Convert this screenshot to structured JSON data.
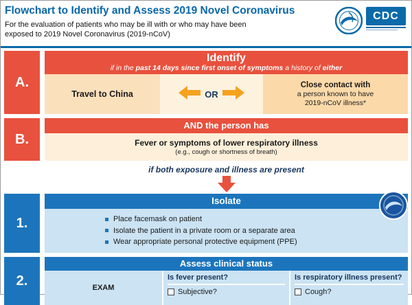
{
  "colors": {
    "brand_blue": "#0B6AA9",
    "bar_blue": "#1C75BC",
    "light_blue": "#CBE3F3",
    "red": "#E8513D",
    "peach": "#FBE0BC",
    "peach_light": "#FDF2DE",
    "peach_deep": "#FBD9A9",
    "cream": "#FDEFD9",
    "orange_arrow": "#F6A21E",
    "navy_text": "#17365D"
  },
  "header": {
    "title": "Flowchart to Identify and Assess 2019 Novel Coronavirus",
    "subtitle_line1": "For the evaluation of patients who may be ill with or who may have been",
    "subtitle_line2": "exposed to 2019 Novel Coronavirus (2019-nCoV)",
    "logo_text": "CDC"
  },
  "section_a": {
    "label": "A.",
    "title": "Identify",
    "subtitle_prefix": "if in the ",
    "subtitle_bold": "past 14 days since first onset of symptoms",
    "subtitle_mid": " a history of ",
    "subtitle_bold2": "either",
    "option_left": "Travel to China",
    "or_label": "OR",
    "option_right_title": "Close contact with",
    "option_right_line2": "a person known to have",
    "option_right_line3": "2019-nCoV illness*"
  },
  "section_b": {
    "label": "B.",
    "title": "AND the person has",
    "content_title": "Fever or symptoms of lower respiratory illness",
    "content_note": "(e.g., cough or shortness of breath)"
  },
  "connector": {
    "condition": "if both exposure and illness are present"
  },
  "section_1": {
    "label": "1.",
    "title": "Isolate",
    "bullets": [
      "Place facemask on patient",
      "Isolate the patient in a private room or a separate area",
      "Wear appropriate personal protective equipment (PPE)"
    ]
  },
  "section_2": {
    "label": "2.",
    "title": "Assess clinical status",
    "exam_label": "EXAM",
    "fever_header": "Is fever present?",
    "respiratory_header": "Is respiratory illness present?",
    "fever_option": "Subjective?",
    "respiratory_option": "Cough?"
  }
}
